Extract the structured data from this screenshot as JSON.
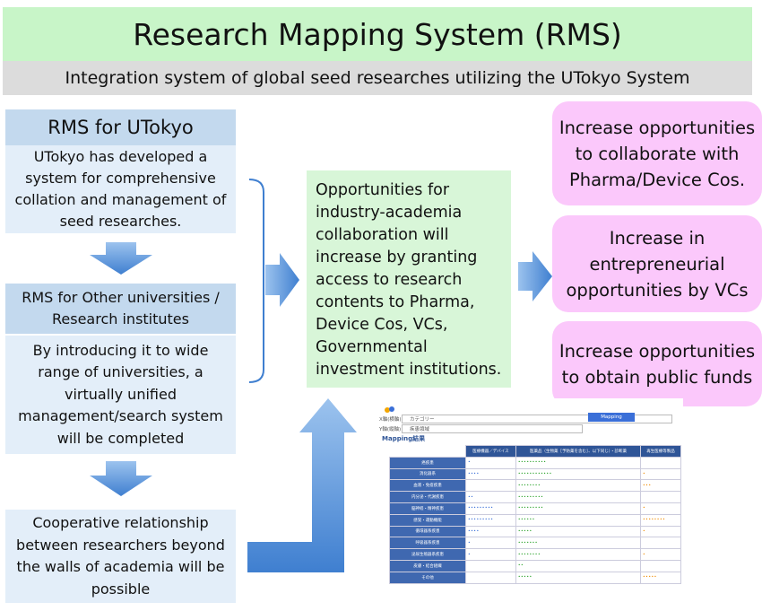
{
  "title": "Research Mapping System (RMS)",
  "subtitle": "Integration system of global seed researches utilizing the UTokyo System",
  "rms_utokyo": {
    "heading": "RMS for UTokyo",
    "body": "UTokyo has developed a system for comprehensive collation and management of seed researches."
  },
  "rms_other": {
    "heading": "RMS for Other universities / Research institutes",
    "body": "By introducing it to wide range of  universities, a virtually unified management/search  system will be completed"
  },
  "cooperative": "Cooperative relationship between researchers beyond the walls of academia will be possible",
  "center": "Opportunities for industry-academia collaboration will increase by granting access to research contents to Pharma, Device Cos, VCs, Governmental investment institutions.",
  "outcomes": [
    "Increase opportunities to collaborate with Pharma/Device Cos.",
    "Increase in entrepreneurial opportunities by VCs",
    "Increase opportunities to obtain public funds"
  ],
  "screenshot": {
    "mapping_button": "Mapping",
    "result_label": "Mapping結果",
    "x_label": "X軸(横軸)",
    "x_value": "カテゴリー",
    "y_label": "Y軸(縦軸)",
    "y_value": "疾患領域",
    "columns": [
      "医療機器／デバイス",
      "医薬品（生物薬［予防薬を含む］、以下同じ）・診断薬",
      "再生医療等製品"
    ],
    "rows": [
      "癌疾患",
      "消化器系",
      "血液・免疫疾患",
      "内分泌・代謝疾患",
      "脳神経・精神疾患",
      "感覚・運動機能",
      "循環器系疾患",
      "呼吸器系疾患",
      "泌尿生殖器系疾患",
      "皮膚・結合組織",
      "その他"
    ]
  }
}
